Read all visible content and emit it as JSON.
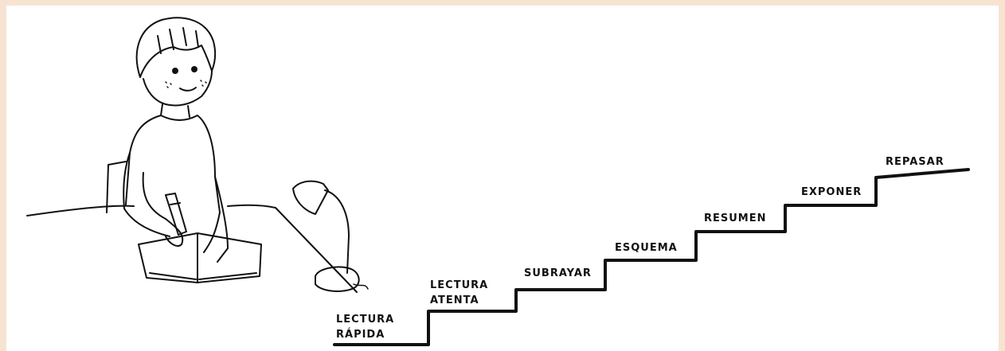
{
  "colors": {
    "border": "#f7e3d2",
    "background": "#ffffff",
    "ink": "#111111"
  },
  "steps": [
    {
      "line1": "LECTURA",
      "line2": "RÁPIDA"
    },
    {
      "line1": "LECTURA",
      "line2": "ATENTA"
    },
    {
      "line1": "SUBRAYAR"
    },
    {
      "line1": "ESQUEMA"
    },
    {
      "line1": "RESUMEN"
    },
    {
      "line1": "EXPONER"
    },
    {
      "line1": "REPASAR"
    }
  ]
}
